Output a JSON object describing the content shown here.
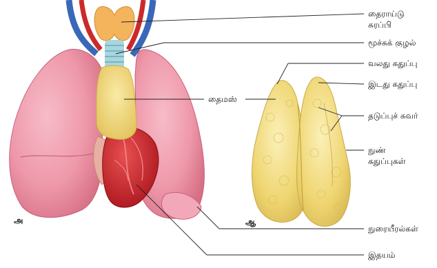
{
  "labels": {
    "thyroid_line1": "தைராய்டு",
    "thyroid_line2": "சுரப்பி",
    "trachea": "மூச்சுக் குழல்",
    "right_lobe": "வலது கதுப்பு",
    "left_lobe": "இடது கதுப்பு",
    "thymus": "தைமஸ்",
    "septum": "தடுப்புச் சுவர்",
    "lobules_line1": "நுண்",
    "lobules_line2": "கதுப்புகள்",
    "lungs": "நுரையீரல்கள்",
    "heart": "இதயம்"
  },
  "panels": {
    "a": "அ",
    "b": "ஆ"
  },
  "colors": {
    "lung": "#ee98aa",
    "lung_dark": "#d66e84",
    "heart": "#d0282c",
    "thymus": "#f0dc80",
    "thyroid": "#f4b45c",
    "trachea": "#a8d6de",
    "vein": "#3a68b8",
    "artery": "#cc2a2a"
  }
}
